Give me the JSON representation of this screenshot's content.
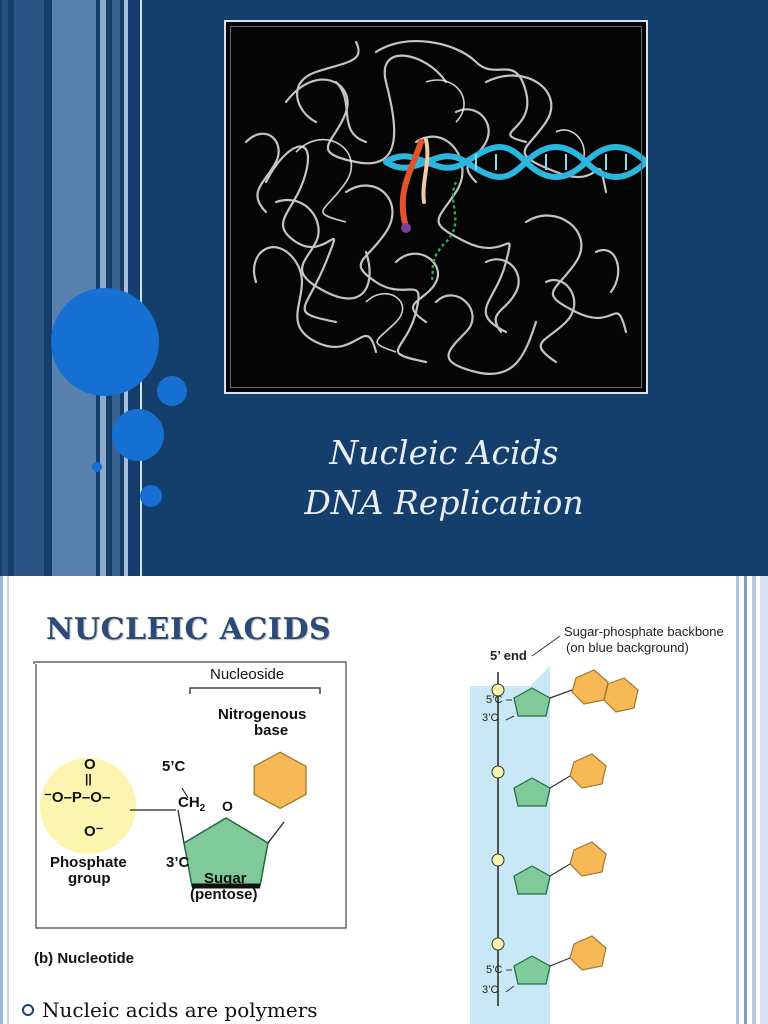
{
  "slide1": {
    "title_line1": "Nucleic Acids",
    "title_line2": "DNA Replication",
    "image_subject": "polymerase-dna-complex-3d-model",
    "colors": {
      "background": "#143e6b",
      "circles": "#1670d3",
      "dna_helix": "#2bb6e0",
      "primer_strand": "#e3532b",
      "protein_ribbon": "#d9d9d9"
    }
  },
  "slide2": {
    "heading": "NUCLEIC ACIDS",
    "nucleotide_diagram": {
      "nucleoside": "Nucleoside",
      "nitrogenous_base_line1": "Nitrogenous",
      "nitrogenous_base_line2": "base",
      "phosphate_o_top": "O",
      "phosphate_double_bond": "||",
      "phosphate_left": "⁻O–P–O–",
      "phosphate_o_bottom": "O⁻",
      "phosphate_group_line1": "Phosphate",
      "phosphate_group_line2": "group",
      "five_c": "5’C",
      "ch2": "CH",
      "ch2_sub": "2",
      "ring_o": "O",
      "three_c": "3’C",
      "sugar_line1": "Sugar",
      "sugar_line2": "(pentose)",
      "caption": "(b) Nucleotide"
    },
    "backbone_diagram": {
      "five_end": "5’ end",
      "label_line1": "Sugar-phosphate backbone",
      "label_line2": "(on blue background)",
      "five_c_top": "5’C",
      "three_c_top": "3’C",
      "five_c_bottom": "5’C",
      "three_c_bottom": "3’C"
    },
    "bullet_text": "Nucleic acids are polymers",
    "colors": {
      "heading": "#2b4a78",
      "phosphate": "#fbf5b0",
      "sugar": "#7fc99a",
      "base": "#f6b955",
      "backbone": "#c8e8f5"
    }
  }
}
